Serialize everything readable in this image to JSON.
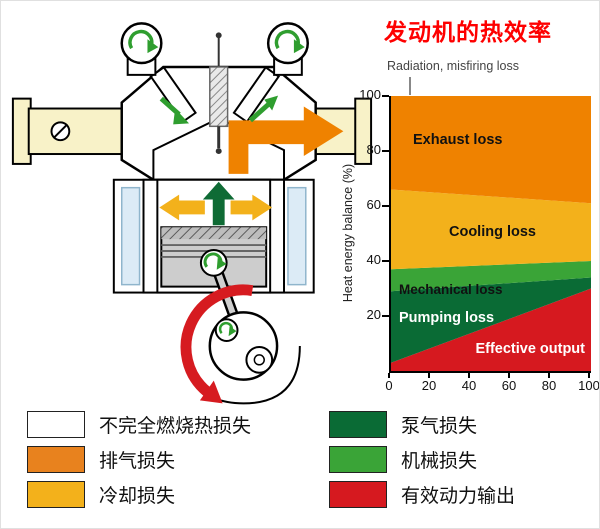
{
  "page": {
    "title": "发动机的热效率"
  },
  "chart_data": {
    "type": "area",
    "annotation": "Radiation, misfiring loss",
    "ylabel": "Heat energy balance (%)",
    "xlim": [
      0,
      100
    ],
    "ylim": [
      0,
      100
    ],
    "x_ticks": [
      0,
      20,
      40,
      60,
      80,
      100
    ],
    "y_ticks": [
      20,
      40,
      60,
      80,
      100
    ],
    "x": [
      0,
      100
    ],
    "grid": false,
    "series": [
      {
        "name": "Effective output",
        "color": "#d6191f",
        "top": [
          3,
          30
        ]
      },
      {
        "name": "Pumping loss",
        "color": "#0a6b35",
        "top": [
          29,
          34
        ]
      },
      {
        "name": "Mechanical loss",
        "color": "#3aa437",
        "top": [
          37,
          40
        ]
      },
      {
        "name": "Cooling loss",
        "color": "#f3b11b",
        "top": [
          66,
          61
        ]
      },
      {
        "name": "Exhaust loss",
        "color": "#ef8200",
        "top": [
          100,
          100
        ]
      }
    ]
  },
  "legend": {
    "left": [
      {
        "color": "#ffffff",
        "label": "不完全燃烧热损失"
      },
      {
        "color": "#e8821e",
        "label": "排气损失"
      },
      {
        "color": "#f3b11b",
        "label": "冷却损失"
      }
    ],
    "right": [
      {
        "color": "#0a6b35",
        "label": "泵气损失"
      },
      {
        "color": "#3aa437",
        "label": "机械损失"
      },
      {
        "color": "#d6191f",
        "label": "有效动力输出"
      }
    ]
  }
}
